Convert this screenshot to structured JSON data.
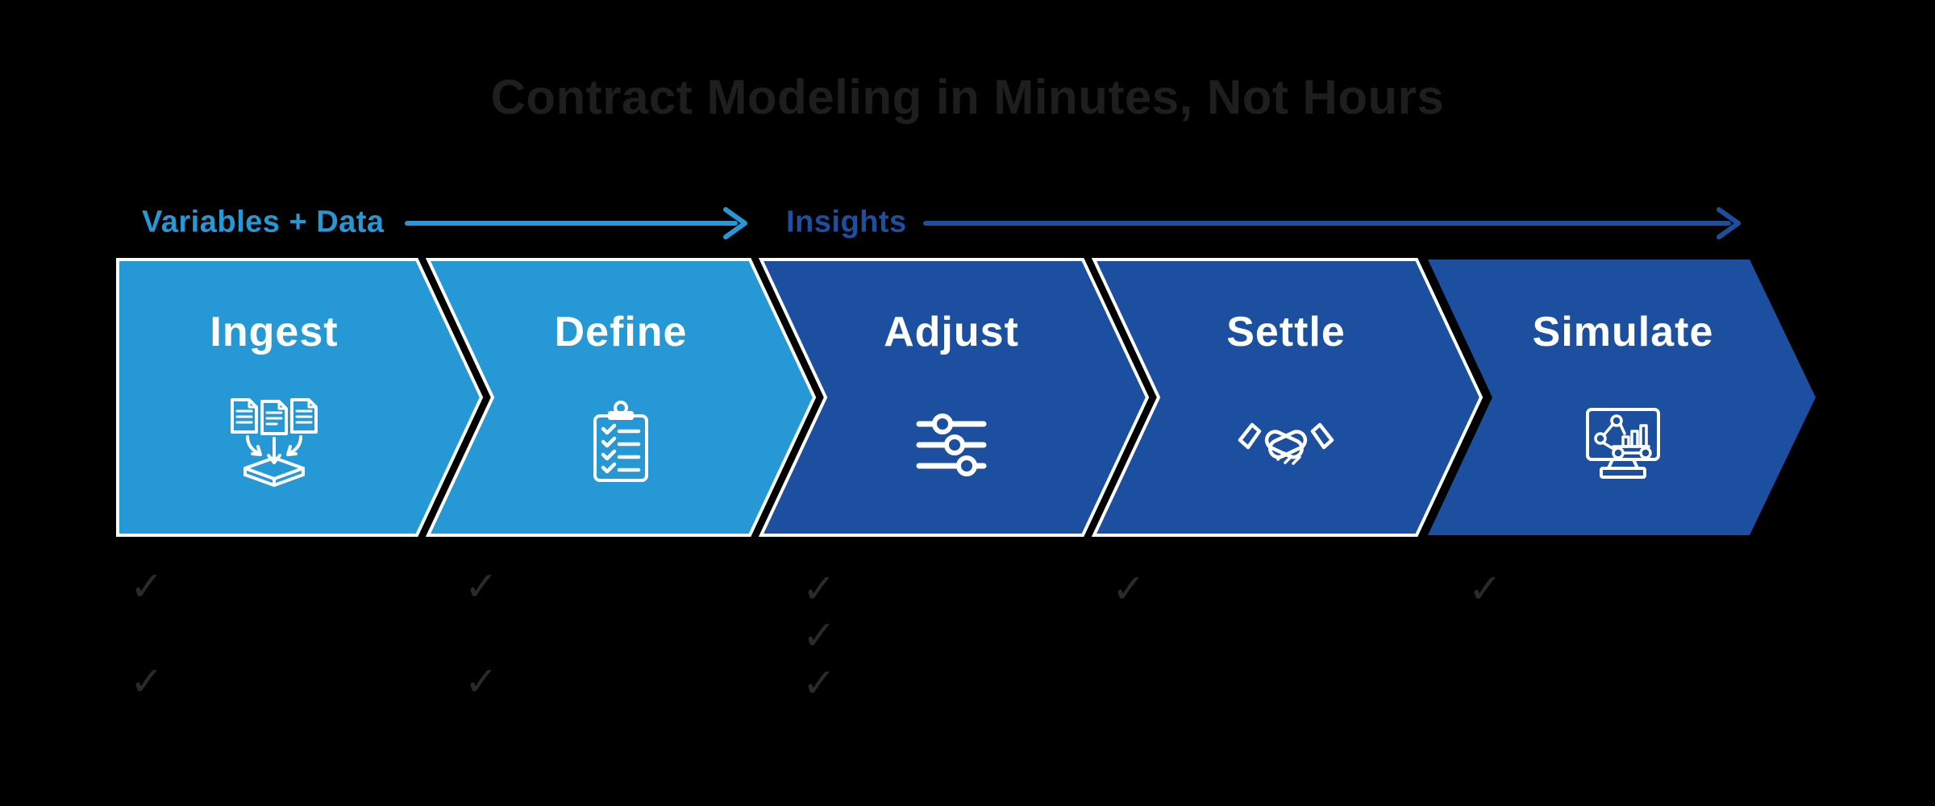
{
  "title": "Contract Modeling in Minutes, Not Hours",
  "colors": {
    "background": "#000000",
    "title_text": "#1e1e1e",
    "light_blue": "#2598d5",
    "dark_blue": "#1c4f9f",
    "outline_white": "#ffffff",
    "checkmark_gray": "#2a2a2a"
  },
  "streams": [
    {
      "label": "Variables + Data",
      "color": "#2598d5",
      "direction": "right"
    },
    {
      "label": "Insights",
      "color": "#1d4f9e",
      "direction": "right"
    }
  ],
  "steps": [
    {
      "label": "Ingest",
      "icon": "documents-to-database-icon",
      "color": "#2598d5",
      "outlined": true
    },
    {
      "label": "Define",
      "icon": "clipboard-checklist-icon",
      "color": "#2598d5",
      "outlined": true
    },
    {
      "label": "Adjust",
      "icon": "sliders-icon",
      "color": "#1c4f9f",
      "outlined": true
    },
    {
      "label": "Settle",
      "icon": "handshake-icon",
      "color": "#1c4f9f",
      "outlined": true
    },
    {
      "label": "Simulate",
      "icon": "monitor-analytics-icon",
      "color": "#1c4f9f",
      "outlined": false
    }
  ],
  "checks": {
    "glyph": "✓",
    "color": "#2a2a2a",
    "per_step_counts": [
      2,
      2,
      3,
      1,
      1
    ]
  }
}
